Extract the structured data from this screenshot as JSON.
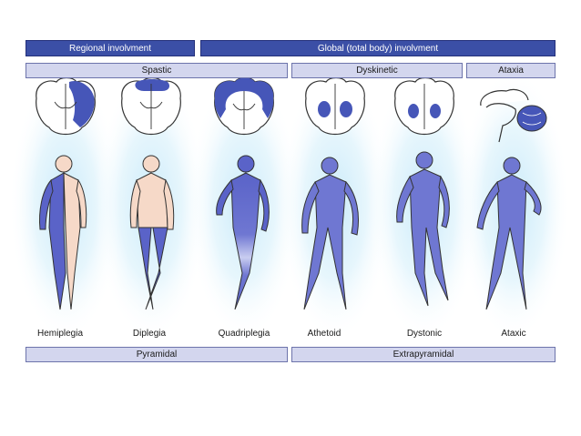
{
  "headers": {
    "regional": "Regional involvment",
    "global": "Global (total body) involvment"
  },
  "categories": {
    "spastic": "Spastic",
    "dyskinetic": "Dyskinetic",
    "ataxia": "Ataxia"
  },
  "figures": [
    {
      "label": "Hemiplegia"
    },
    {
      "label": "Diplegia"
    },
    {
      "label": "Quadriplegia"
    },
    {
      "label": "Athetoid"
    },
    {
      "label": "Dystonic"
    },
    {
      "label": "Ataxic"
    }
  ],
  "bottom": {
    "pyramidal": "Pyramidal",
    "extrapyramidal": "Extrapyramidal"
  },
  "colors": {
    "header_dark": "#3b4fa6",
    "header_light": "#d3d6ee",
    "affected": "#5a63c8",
    "skin": "#f6d9c8",
    "glow": "#bfe6f8"
  }
}
